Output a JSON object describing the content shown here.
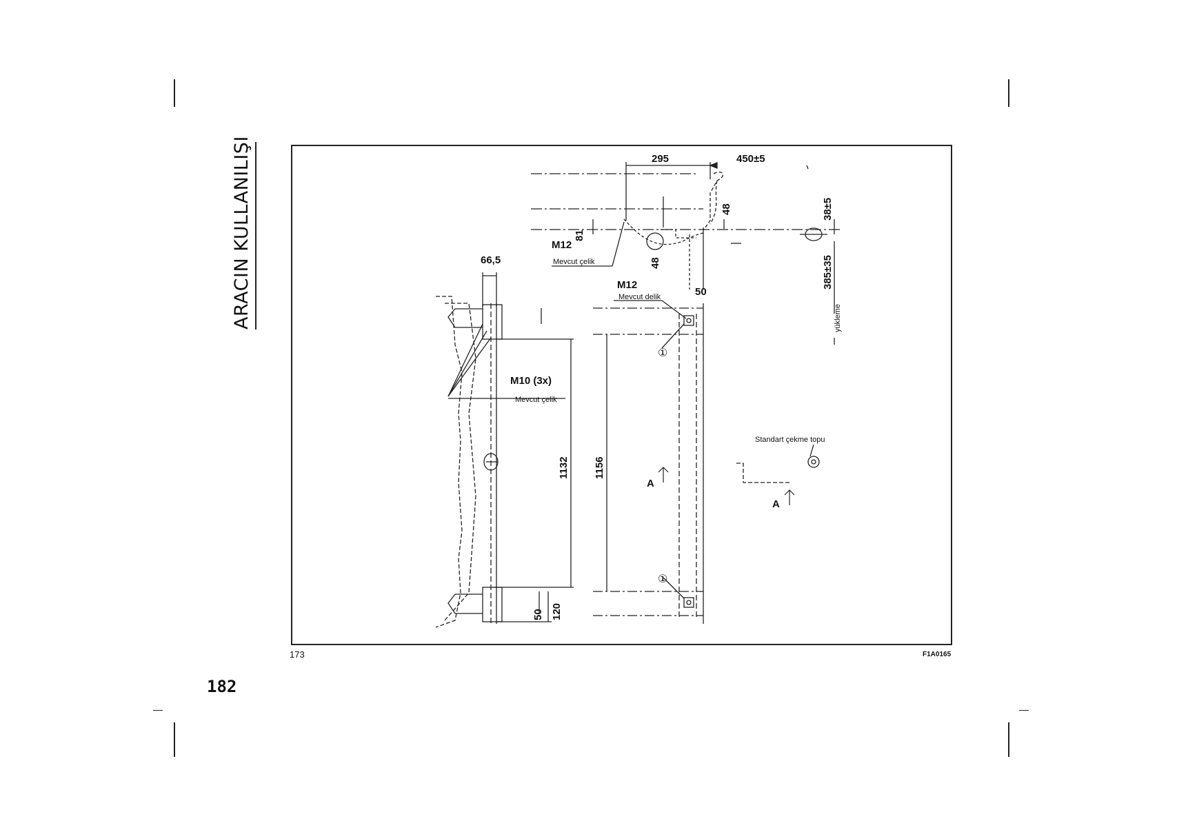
{
  "side_title": "ARACIN KULLANILIŞI",
  "page_number": "182",
  "figure": {
    "number": "173",
    "code": "F1A0165",
    "dimensions": {
      "d295": "295",
      "d450": "450±5",
      "d48a": "48",
      "d48b": "48",
      "d81": "81",
      "d38": "38±5",
      "d385": "385±35",
      "d66": "66,5",
      "d50a": "50",
      "d1132": "1132",
      "d1156": "1156",
      "d50b": "50",
      "d120": "120"
    },
    "labels": {
      "m12_top": "M12",
      "mevcut_celik_top": "Mevcut çelik",
      "m12_mid": "M12",
      "mevcut_delik": "Mevcut delik",
      "m10": "M10 (3x)",
      "mevcut_celik_mid": "Mevcut çelik",
      "yukleme": "yükleme",
      "standart": "Standart çekme topu",
      "callout_1a": "①",
      "callout_1b": "①",
      "section_a1": "A",
      "section_a2": "A"
    }
  }
}
